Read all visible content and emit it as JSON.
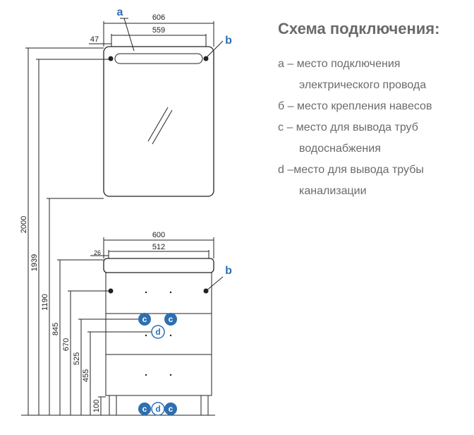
{
  "legend": {
    "title": "Схема подключения:",
    "items": [
      {
        "line1": "a – место подключения",
        "line2": "электрического провода"
      },
      {
        "line1": "б – место крепления навесов",
        "line2": ""
      },
      {
        "line1": "c – место для вывода труб",
        "line2": "водоснабжения"
      },
      {
        "line1": "d –место для вывода трубы",
        "line2": "канализации"
      }
    ]
  },
  "mirror": {
    "width_total": "606",
    "width_inner": "559",
    "offset": "47",
    "label_a": "a",
    "label_b": "b"
  },
  "cabinet": {
    "width_total": "600",
    "width_inner": "512",
    "offset": "26",
    "label_b": "b"
  },
  "heights": {
    "h2000": "2000",
    "h1939": "1939",
    "h1190": "1190",
    "h845": "845",
    "h670": "670",
    "h525": "525",
    "h455": "455",
    "h100": "100"
  },
  "markers": {
    "c": "c",
    "d": "d"
  },
  "colors": {
    "marker_blue": "#2e6fb1",
    "text_gray": "#6b6b6b"
  }
}
